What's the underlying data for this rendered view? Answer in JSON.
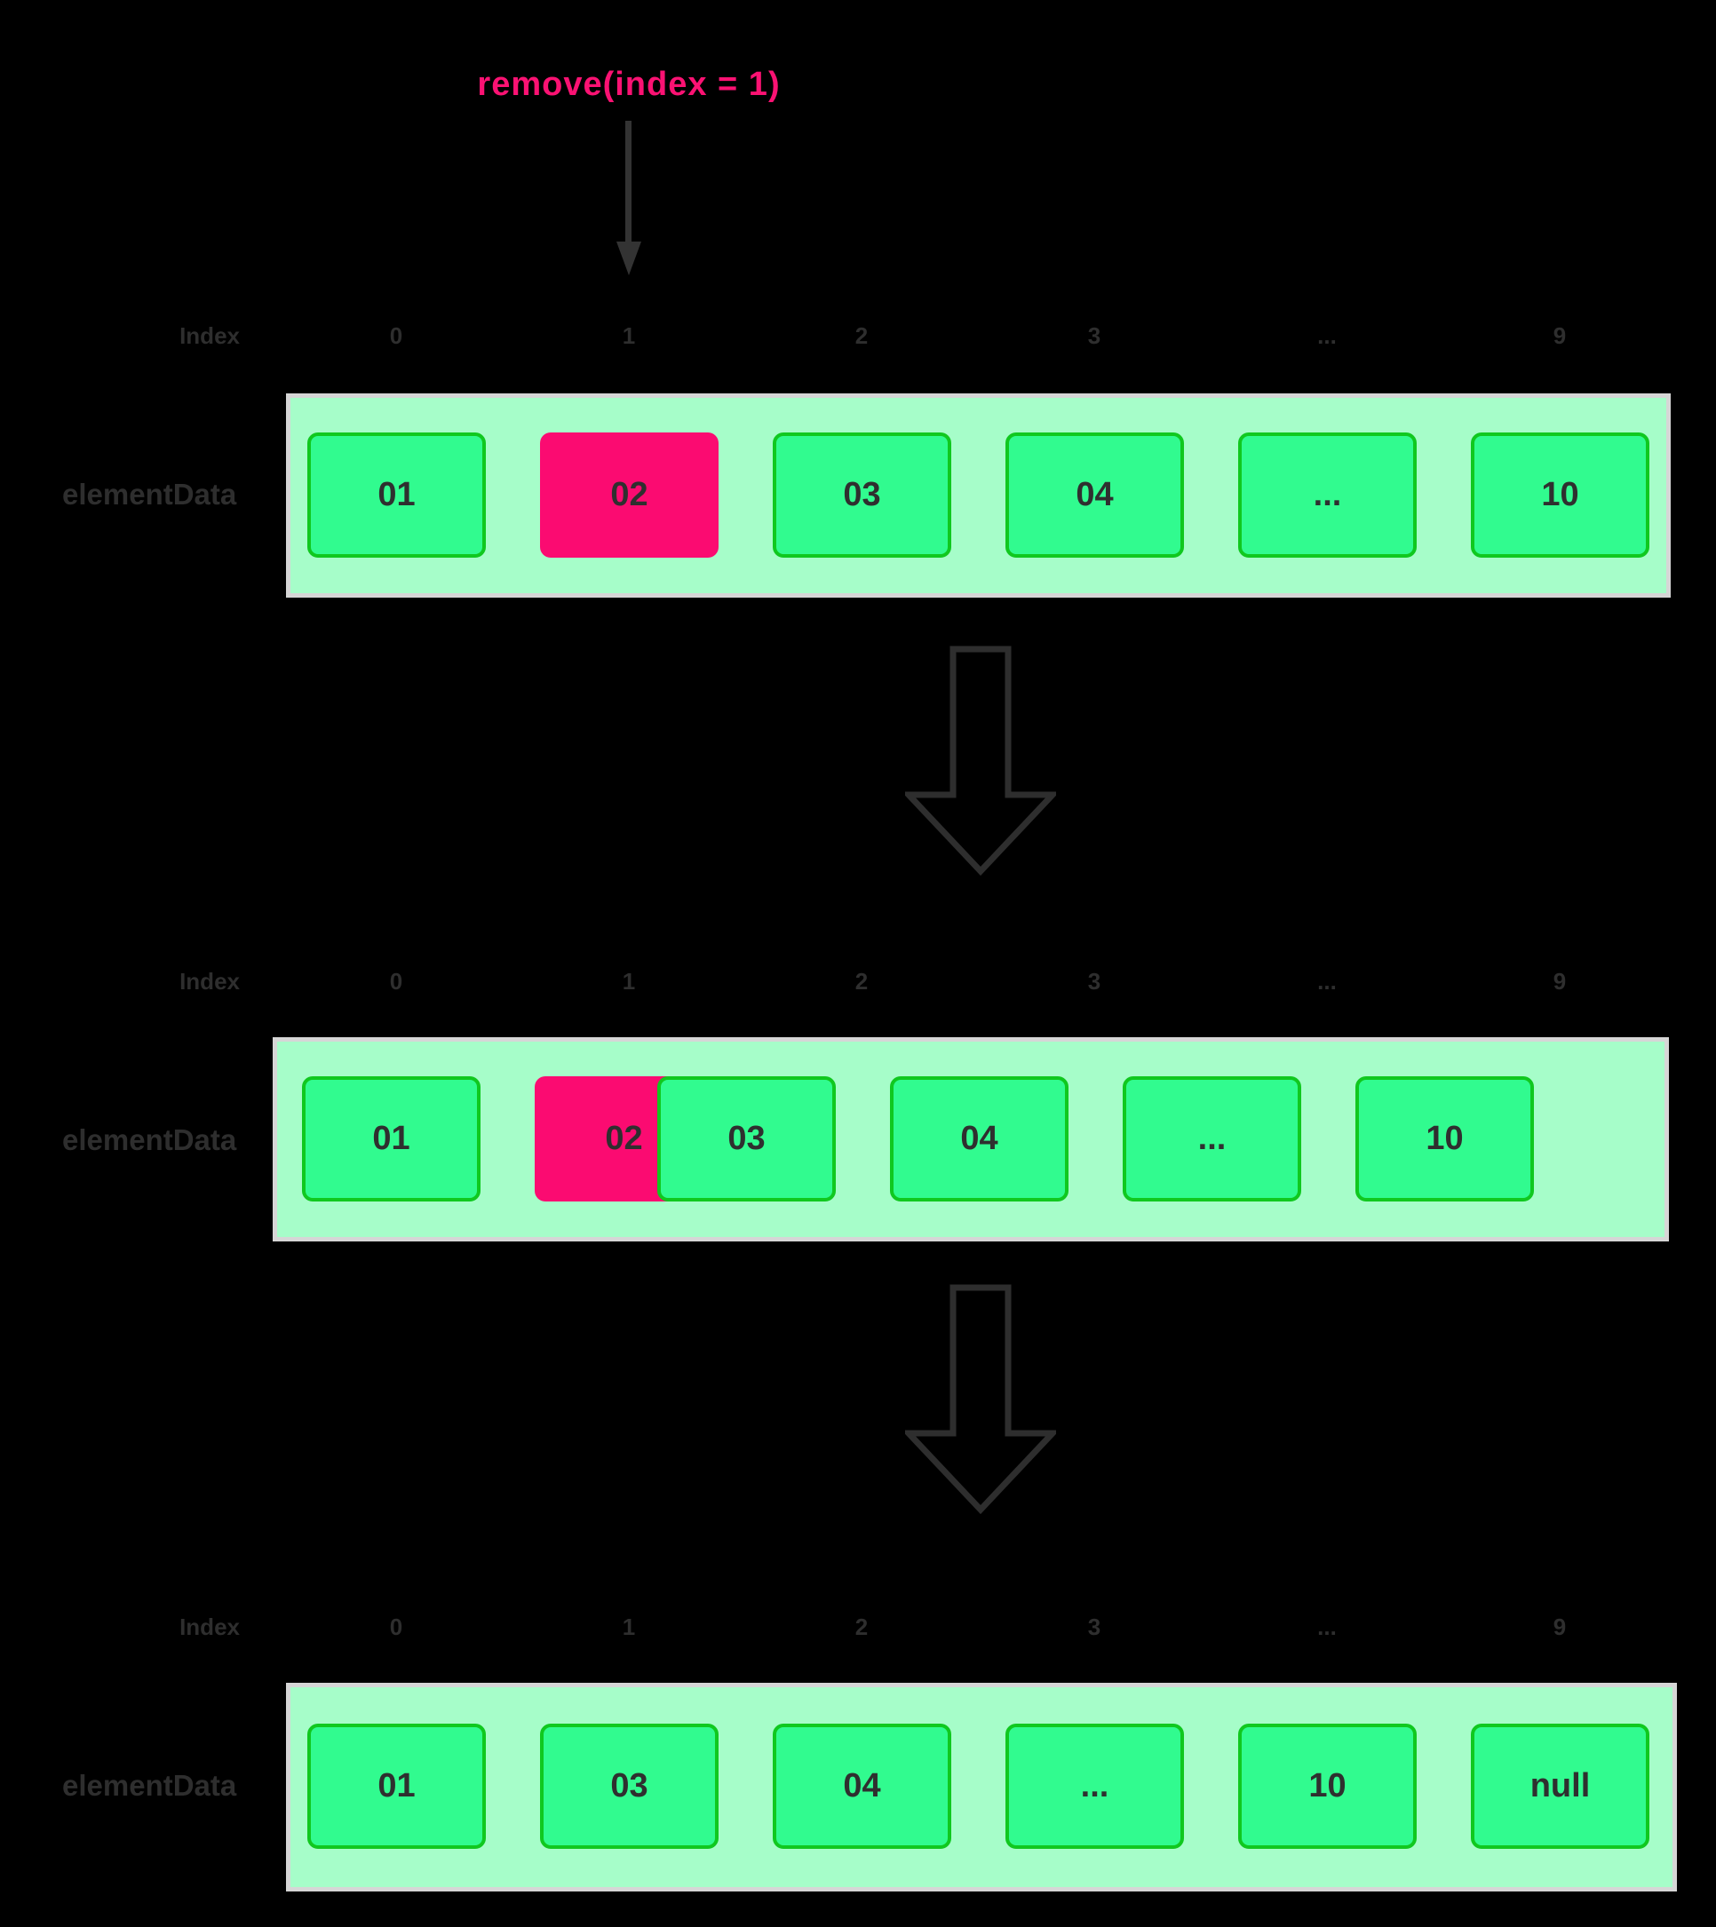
{
  "title": "remove(index = 1)",
  "index_label": "Index",
  "index_values": [
    "0",
    "1",
    "2",
    "3",
    "...",
    "9"
  ],
  "element_data_label": "elementData",
  "arrays": [
    {
      "id": "initial",
      "cells": [
        {
          "value": "01",
          "highlighted": false
        },
        {
          "value": "02",
          "highlighted": true
        },
        {
          "value": "03",
          "highlighted": false
        },
        {
          "value": "04",
          "highlighted": false
        },
        {
          "value": "...",
          "highlighted": false
        },
        {
          "value": "10",
          "highlighted": false
        }
      ]
    },
    {
      "id": "shifting",
      "cells": [
        {
          "value": "01",
          "highlighted": false
        },
        {
          "value": "02",
          "highlighted": true
        },
        {
          "value": "03",
          "highlighted": false
        },
        {
          "value": "04",
          "highlighted": false
        },
        {
          "value": "...",
          "highlighted": false
        },
        {
          "value": "10",
          "highlighted": false
        }
      ]
    },
    {
      "id": "result",
      "cells": [
        {
          "value": "01",
          "highlighted": false
        },
        {
          "value": "03",
          "highlighted": false
        },
        {
          "value": "04",
          "highlighted": false
        },
        {
          "value": "...",
          "highlighted": false
        },
        {
          "value": "10",
          "highlighted": false
        },
        {
          "value": "null",
          "highlighted": false
        }
      ]
    }
  ],
  "icons": [
    "down-arrow-icon",
    "pointer-arrow-icon"
  ],
  "colors": {
    "background": "#000000",
    "accent_pink": "#fb1273",
    "removed_pink": "#fb0b71",
    "cell_green": "#31fb8f",
    "cell_border_green": "#10c81f",
    "tray_green": "#a6fdc9",
    "tray_border": "#d6d6d6",
    "muted_text": "#2e2e2e",
    "cell_text": "#2f2f2f",
    "arrow_gray": "#2e2e2e"
  }
}
